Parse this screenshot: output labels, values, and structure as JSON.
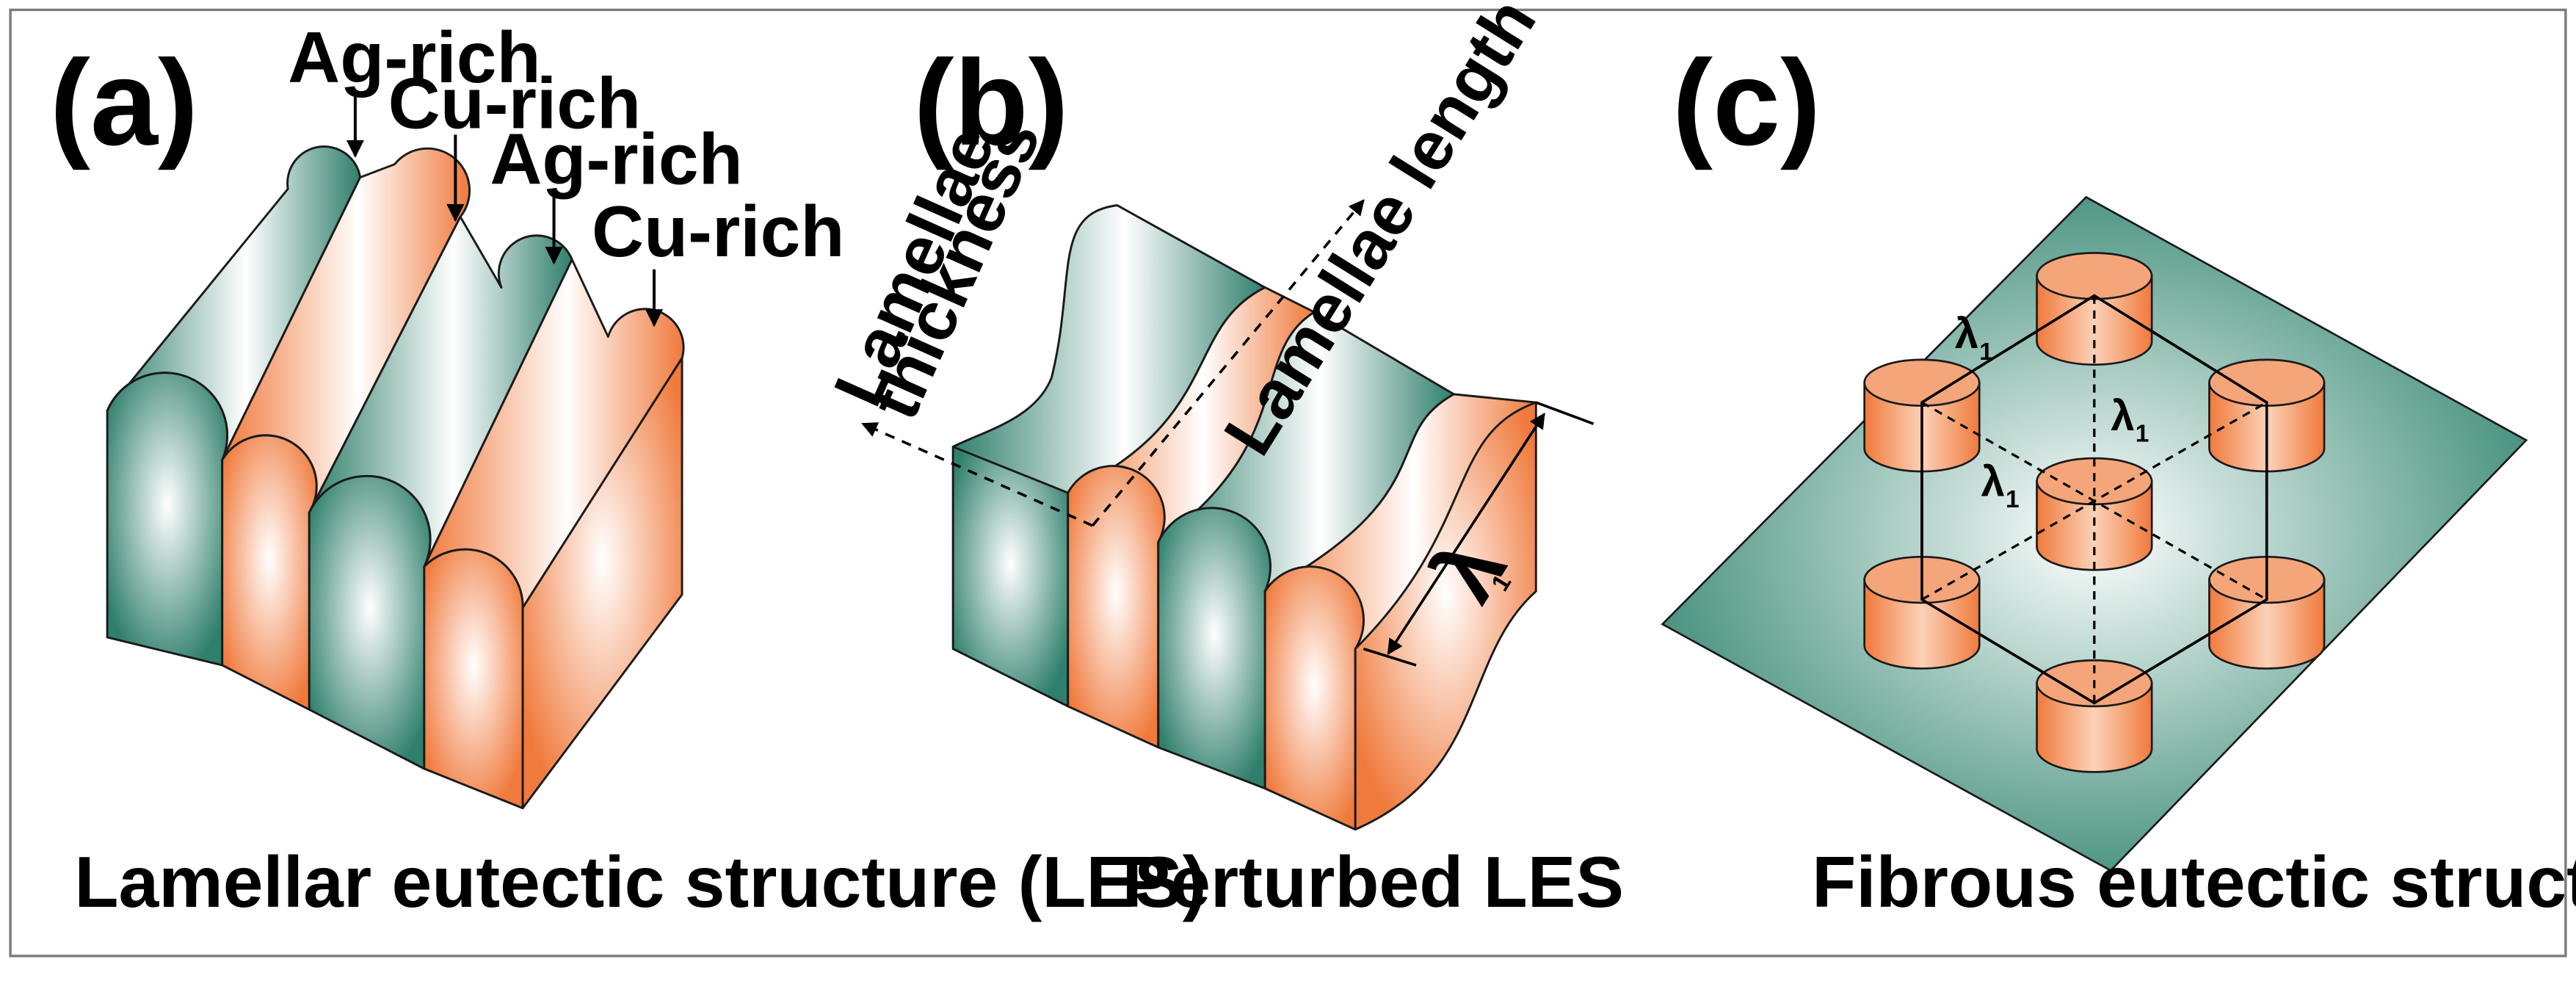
{
  "figure": {
    "colors": {
      "ag_rich": "#2f7f6c",
      "ag_rich_light": "#ffffff",
      "cu_rich": "#f07a3c",
      "cu_rich_light": "#ffffff",
      "substrate": "#3e8c78",
      "outline": "#1a1a1a"
    },
    "panel_a": {
      "letter": "(a)",
      "labels": [
        "Ag-rich",
        "Cu-rich",
        "Ag-rich",
        "Cu-rich"
      ],
      "caption": "Lamellar eutectic structure (LES)"
    },
    "panel_b": {
      "letter": "(b)",
      "thickness_label_line1": "Lamellae",
      "thickness_label_line2": "thickness",
      "length_label": "Lamellae length",
      "lambda_label": "λ",
      "lambda_sub": "1",
      "caption": "Perturbed LES"
    },
    "panel_c": {
      "letter": "(c)",
      "lambda_label": "λ",
      "lambda_sub": "1",
      "caption": "Fibrous eutectic structure (FES)"
    }
  }
}
